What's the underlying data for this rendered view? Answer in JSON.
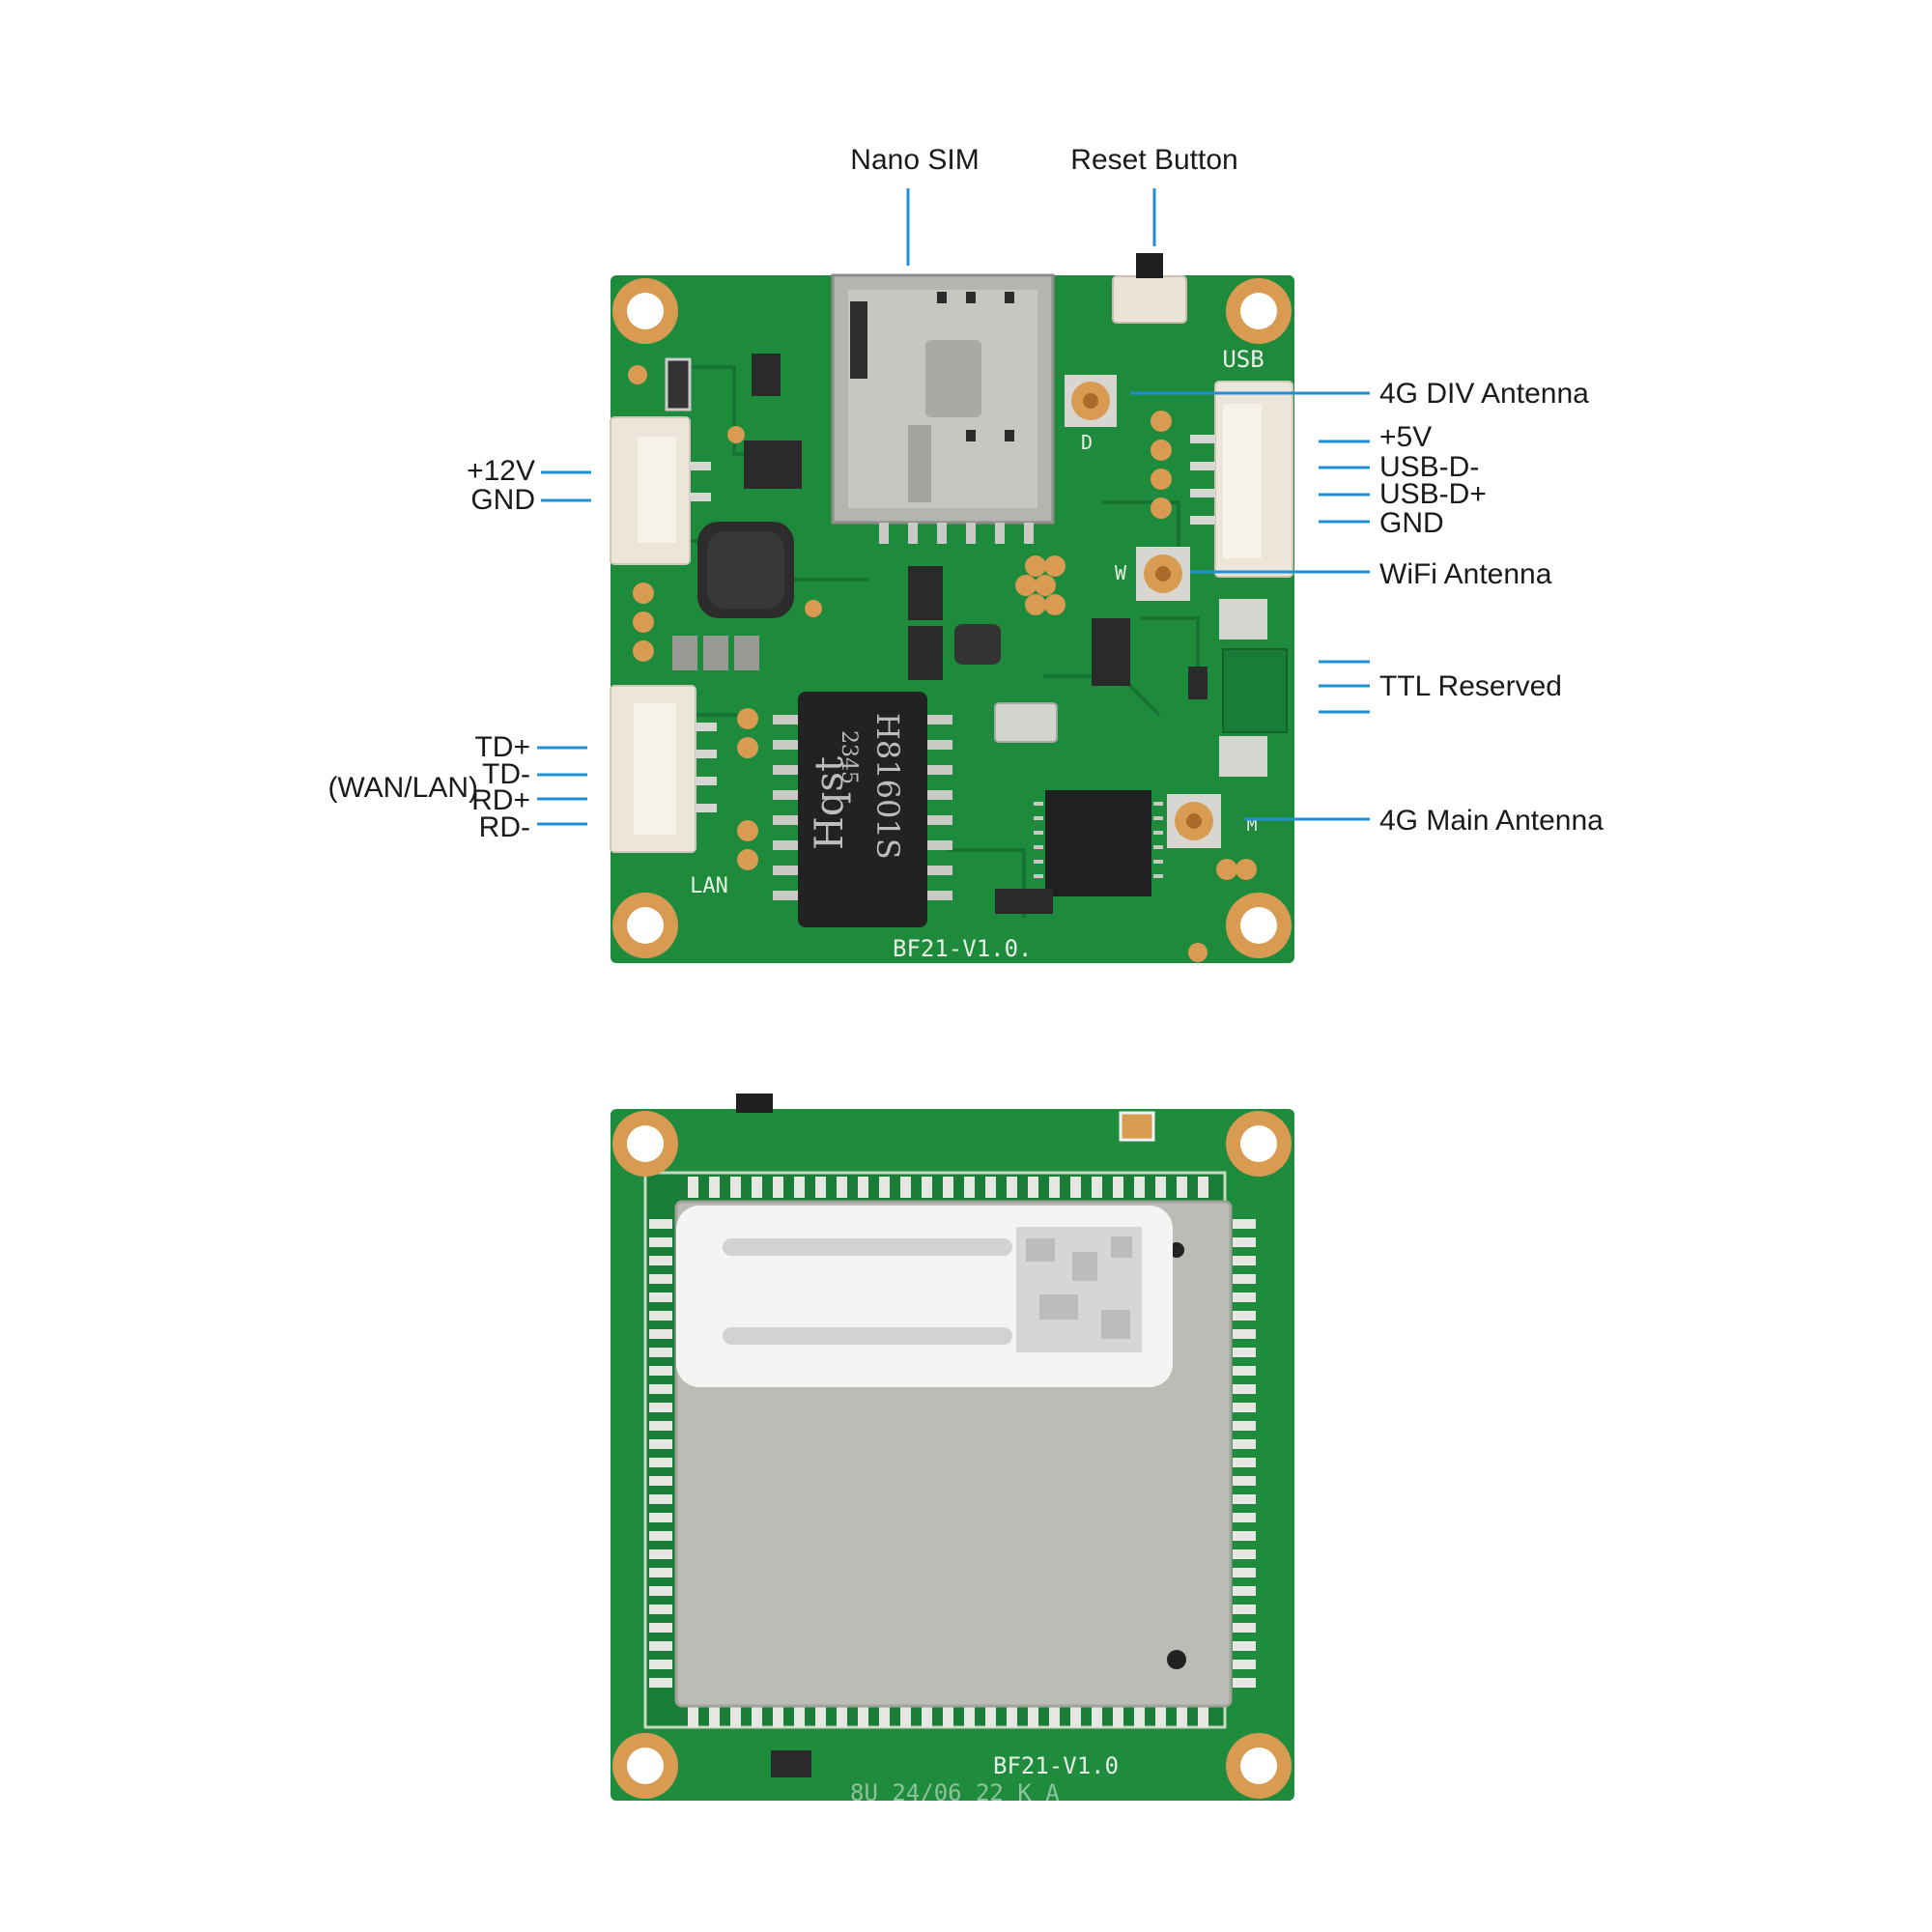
{
  "labels": {
    "nano_sim": "Nano SIM",
    "reset_button": "Reset Button",
    "div_antenna": "4G DIV Antenna",
    "plus5v": "+5V",
    "usb_dm": "USB-D-",
    "usb_dp": "USB-D+",
    "gnd_usb": "GND",
    "wifi_antenna": "WiFi Antenna",
    "ttl_reserved": "TTL Reserved",
    "main_antenna": "4G Main Antenna",
    "plus12v": "+12V",
    "gnd_power": "GND",
    "wan_lan": "(WAN/LAN)",
    "td_plus": "TD+",
    "td_minus": "TD-",
    "rd_plus": "RD+",
    "rd_minus": "RD-"
  },
  "silkscreen": {
    "usb": "USB",
    "lan": "LAN",
    "board_top": "BF21-V1.0.",
    "board_bottom": "BF21-V1.0",
    "date_code": "8U 24/06 22 K A",
    "div_marker": "D",
    "wifi_marker": "W",
    "main_marker": "M"
  },
  "transformer": {
    "brand": "Hqst",
    "part": "H81601S",
    "batch": "2345"
  },
  "colors": {
    "pcb": "#1d8a3c",
    "pcb_dark": "#15702f",
    "copper": "#d99a52",
    "leader": "#1f8fd6",
    "shield": "#b8b8b2"
  }
}
